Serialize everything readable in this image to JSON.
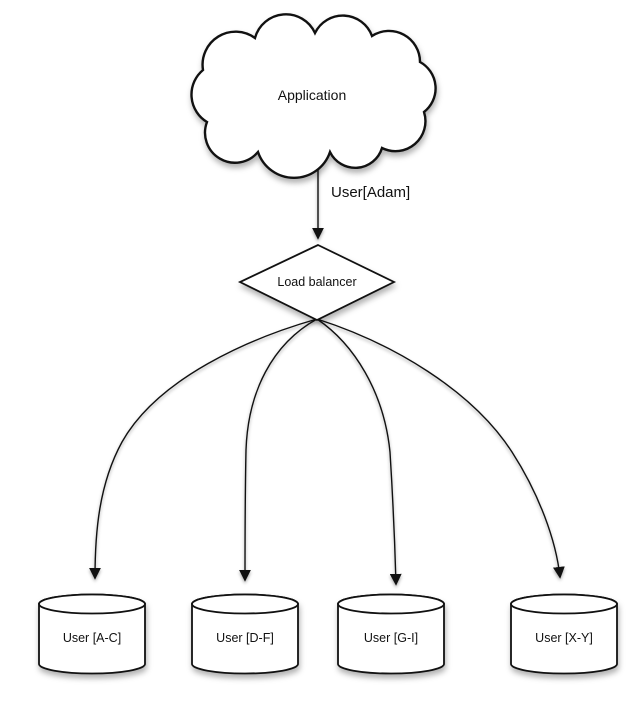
{
  "diagram": {
    "canvas": {
      "background_color": "#ffffff",
      "line_color": "#111111",
      "shape_fill_color": "#ffffff",
      "text_color": "#111111"
    },
    "nodes": {
      "application": {
        "shape": "cloud",
        "label": "Application"
      },
      "load_balancer": {
        "shape": "diamond",
        "label": "Load balancer"
      },
      "shards": [
        {
          "shape": "cylinder",
          "label": "User [A-C]"
        },
        {
          "shape": "cylinder",
          "label": "User [D-F]"
        },
        {
          "shape": "cylinder",
          "label": "User [G-I]"
        },
        {
          "shape": "cylinder",
          "label": "User [X-Y]"
        }
      ]
    },
    "edges": [
      {
        "from": "application",
        "to": "load_balancer",
        "label": "User[Adam]"
      },
      {
        "from": "load_balancer",
        "to": "shard_0",
        "label": ""
      },
      {
        "from": "load_balancer",
        "to": "shard_1",
        "label": ""
      },
      {
        "from": "load_balancer",
        "to": "shard_2",
        "label": ""
      },
      {
        "from": "load_balancer",
        "to": "shard_3",
        "label": ""
      }
    ]
  }
}
